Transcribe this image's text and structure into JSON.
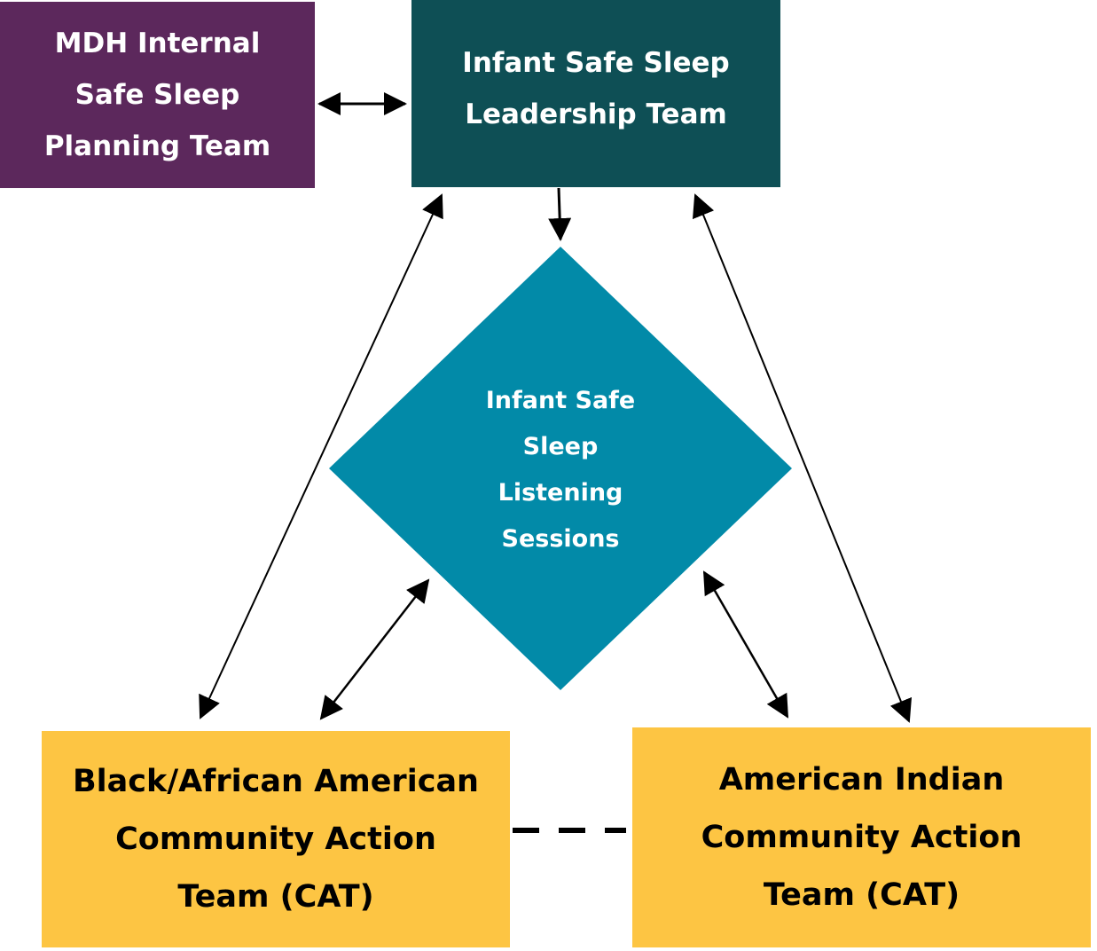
{
  "colors": {
    "mdh_purple": "#5c285c",
    "leadership_teal": "#0e4f55",
    "diamond_teal": "#028aa8",
    "cat_yellow": "#fdc543",
    "arrow_black": "#000000"
  },
  "nodes": {
    "mdh_planning": {
      "lines": [
        "MDH Internal",
        "Safe Sleep",
        "Planning Team"
      ]
    },
    "leadership": {
      "lines": [
        "Infant Safe Sleep",
        "Leadership Team"
      ]
    },
    "listening": {
      "lines": [
        "Infant Safe",
        "Sleep",
        "Listening",
        "Sessions"
      ]
    },
    "black_cat": {
      "lines": [
        "Black/African American",
        "Community Action",
        "Team (CAT)"
      ]
    },
    "american_indian_cat": {
      "lines": [
        "American Indian",
        "Community Action",
        "Team (CAT)"
      ]
    }
  }
}
